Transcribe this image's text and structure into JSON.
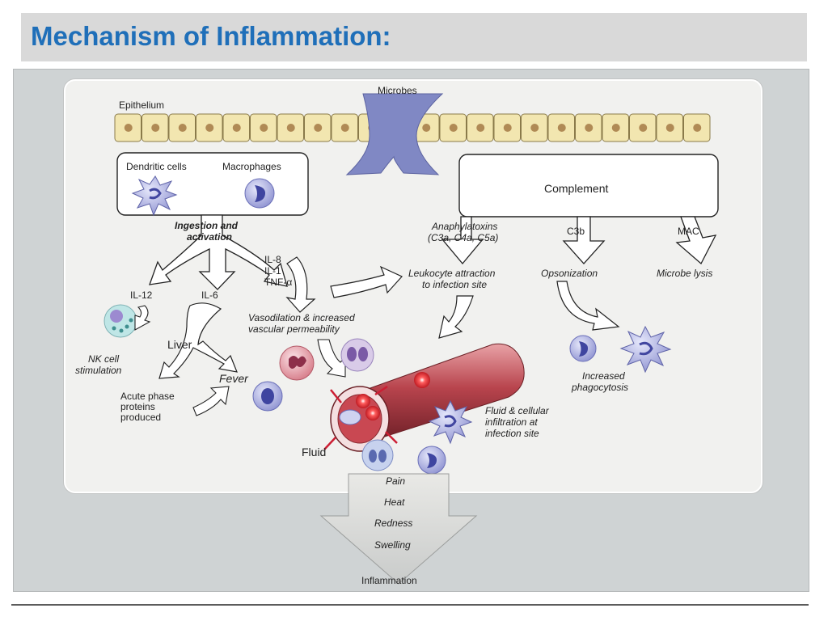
{
  "slide": {
    "title": "Mechanism of Inflammation:"
  },
  "diagram": {
    "top": {
      "microbes": "Microbes",
      "epithelium": "Epithelium"
    },
    "innate": {
      "dendritic": "Dendritic cells",
      "macrophages": "Macrophages",
      "ingestion_line1": "Ingestion and",
      "ingestion_line2": "activation"
    },
    "complement": {
      "title": "Complement",
      "anaphylatoxins_line1": "Anaphylatoxins",
      "anaphylatoxins_line2": "(C3a, C4a, C5a)",
      "c3b": "C3b",
      "mac": "MAC",
      "leukocyte_line1": "Leukocyte attraction",
      "leukocyte_line2": "to infection site",
      "opsonization": "Opsonization",
      "microbe_lysis": "Microbe lysis",
      "phago_line1": "Increased",
      "phago_line2": "phagocytosis"
    },
    "cytokines": {
      "il8": "IL-8",
      "il1": "IL-1",
      "tnf": "TNF-α",
      "il12": "IL-12",
      "il6": "IL-6",
      "vaso_line1": "Vasodilation & increased",
      "vaso_line2": "vascular permeability"
    },
    "systemic": {
      "nk_line1": "NK cell",
      "nk_line2": "stimulation",
      "liver": "Liver",
      "fever": "Fever",
      "acute_line1": "Acute phase",
      "acute_line2": "proteins",
      "acute_line3": "produced"
    },
    "vessel": {
      "fluid": "Fluid",
      "infil_line1": "Fluid & cellular",
      "infil_line2": "infiltration at",
      "infil_line3": "infection site"
    },
    "signs": [
      "Pain",
      "Heat",
      "Redness",
      "Swelling"
    ],
    "outcome": "Inflammation"
  },
  "colors": {
    "title_blue": "#1f6fb9",
    "cell_fill": "#f2e6b0",
    "nucleus": "#b08a55",
    "microbe_arrow": "#7e86c4",
    "vessel": "#b0434b",
    "macrophage": "#9b9fd6",
    "neutrophil": "#d98a95"
  }
}
